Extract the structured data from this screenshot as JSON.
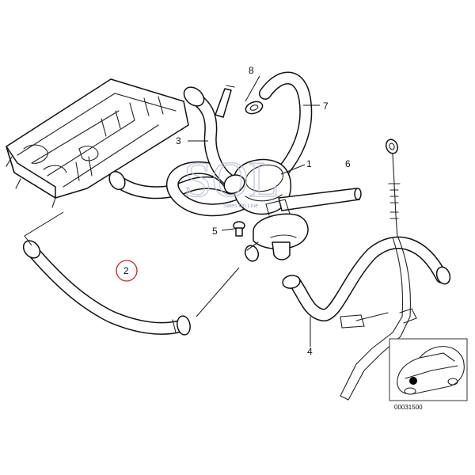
{
  "callouts": {
    "p1": "1",
    "p2": "2",
    "p3": "3",
    "p4": "4",
    "p5": "5",
    "p6": "6",
    "p7": "7",
    "p8": "8"
  },
  "diagram_code": "00031500",
  "watermark": {
    "letters": "SOL",
    "tagline": "Sales On Line"
  },
  "highlight_color": "#d62020",
  "watermark_color": "#b8bfd8"
}
